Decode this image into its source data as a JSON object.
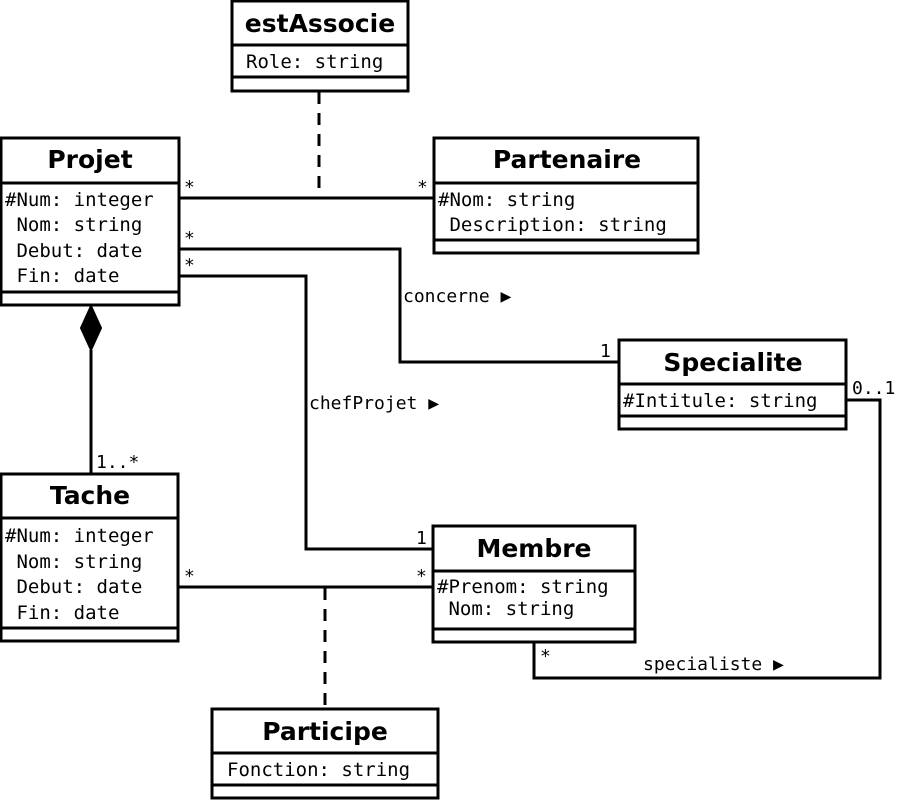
{
  "classes": {
    "estAssocie": {
      "name": "estAssocie",
      "attributes": [
        "Role: string"
      ]
    },
    "projet": {
      "name": "Projet",
      "attributes": [
        "#Num: integer",
        " Nom: string",
        " Debut: date",
        " Fin: date"
      ]
    },
    "partenaire": {
      "name": "Partenaire",
      "attributes": [
        "#Nom: string",
        " Description: string"
      ]
    },
    "specialite": {
      "name": "Specialite",
      "attributes": [
        "#Intitule: string"
      ]
    },
    "tache": {
      "name": "Tache",
      "attributes": [
        "#Num: integer",
        " Nom: string",
        " Debut: date",
        " Fin: date"
      ]
    },
    "membre": {
      "name": "Membre",
      "attributes": [
        "#Prenom: string",
        " Nom: string"
      ]
    },
    "participe": {
      "name": "Participe",
      "attributes": [
        "Fonction: string"
      ]
    }
  },
  "associations": {
    "projet_partenaire": {
      "mult_projet": "*",
      "mult_partenaire": "*"
    },
    "concerne": {
      "label": "concerne ▶",
      "mult_projet": "*",
      "mult_specialite": "1"
    },
    "chefProjet": {
      "label": "chefProjet ▶",
      "mult_projet": "*",
      "mult_membre": "1"
    },
    "composition": {
      "mult_tache": "1..*"
    },
    "tache_membre": {
      "mult_tache": "*",
      "mult_membre": "*"
    },
    "specialiste": {
      "label": "specialiste ▶",
      "mult_membre": "*",
      "mult_specialite": "0..1"
    }
  }
}
